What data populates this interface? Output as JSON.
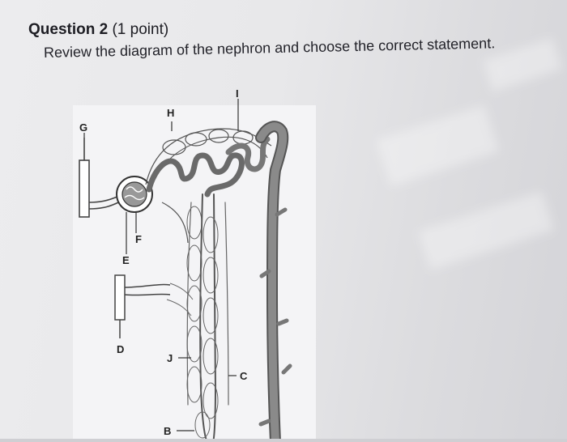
{
  "question": {
    "number": "Question 2",
    "points": "(1 point)",
    "prompt": "Review the diagram of the nephron and choose the correct statement."
  },
  "diagram": {
    "labels": {
      "G": "G",
      "H": "H",
      "I": "I",
      "F": "F",
      "E": "E",
      "D": "D",
      "J": "J",
      "C": "C",
      "B": "B"
    }
  }
}
